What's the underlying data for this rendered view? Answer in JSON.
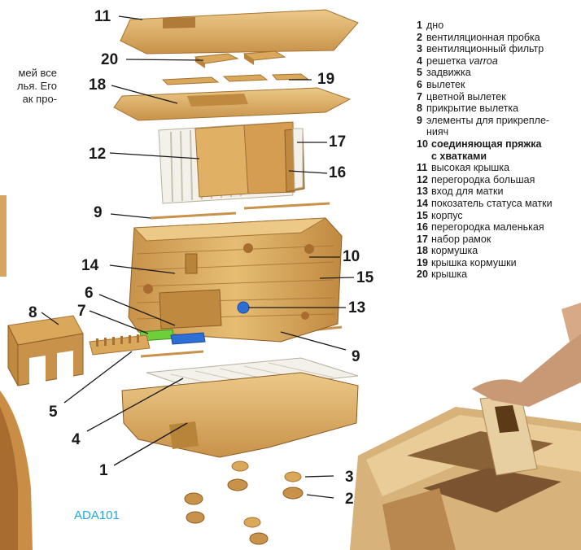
{
  "fragment_text": [
    "мей все",
    "лья. Его",
    "ак про-"
  ],
  "callouts": {
    "c1": "1",
    "c2": "2",
    "c3": "3",
    "c4": "4",
    "c5": "5",
    "c6": "6",
    "c7": "7",
    "c8": "8",
    "c9a": "9",
    "c9b": "9",
    "c10": "10",
    "c11": "11",
    "c12": "12",
    "c13": "13",
    "c14": "14",
    "c15": "15",
    "c16": "16",
    "c17": "17",
    "c18": "18",
    "c19": "19",
    "c20": "20"
  },
  "legend": [
    {
      "num": "1",
      "text": "дно"
    },
    {
      "num": "2",
      "text": "вентиляционная пробка"
    },
    {
      "num": "3",
      "text": "вентиляционный фильтр"
    },
    {
      "num": "4",
      "text": "решетка",
      "text_italic": "varroa"
    },
    {
      "num": "5",
      "text": "задвижка"
    },
    {
      "num": "6",
      "text": "вылетек"
    },
    {
      "num": "7",
      "text": "цветной вылетек"
    },
    {
      "num": "8",
      "text": "прикрытие вылетка"
    },
    {
      "num": "9",
      "text": "элементы для прикрепле-",
      "text2": "нияч"
    },
    {
      "num": "10",
      "text": " соединяющая пряжка",
      "text2": "с хватками",
      "bold": true
    },
    {
      "num": "11",
      "text": "высокая крышка"
    },
    {
      "num": "12",
      "text": "перегородка большая"
    },
    {
      "num": "13",
      "text": "вход для матки"
    },
    {
      "num": "14",
      "text": "покозатель статуса матки"
    },
    {
      "num": "15",
      "text": "корпус"
    },
    {
      "num": "16",
      "text": "перегородка маленькая"
    },
    {
      "num": "17",
      "text": "набор рамок"
    },
    {
      "num": "18",
      "text": "кормушка"
    },
    {
      "num": "19",
      "text": "крышка кормушки"
    },
    {
      "num": "20",
      "text": "крышка"
    }
  ],
  "product_code": "ADA101",
  "colors": {
    "wood": "#d9a85a",
    "wood_dark": "#b8843a",
    "wood_light": "#ecc987",
    "code_blue": "#23a5dc",
    "flap_green": "#6fcf3a",
    "flap_blue": "#2e6fd6",
    "frame_white": "#f3f1ea"
  }
}
